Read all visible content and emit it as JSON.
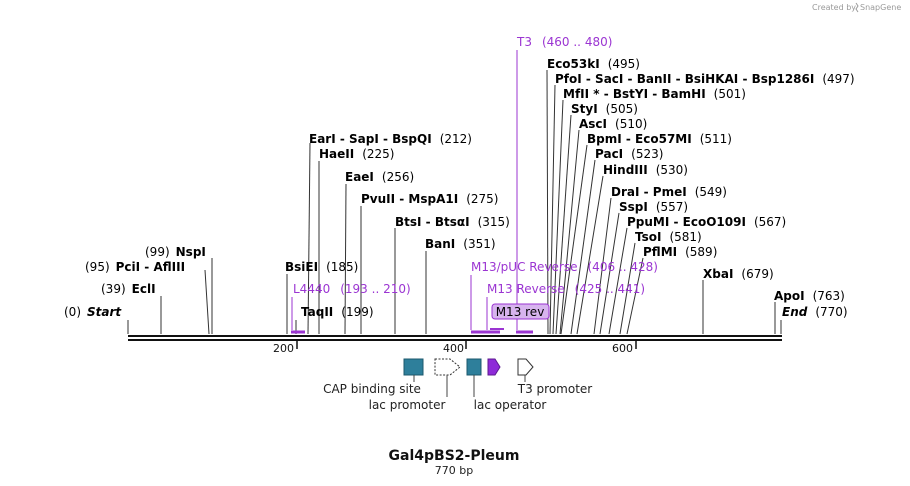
{
  "header": {
    "credit_text": "Created by",
    "brand_text": "SnapGene"
  },
  "map": {
    "title": "Gal4pBS2-Pleum",
    "length_label": "770 bp",
    "total_bp": 770,
    "scale_ticks": [
      "200",
      "400",
      "600"
    ]
  },
  "sites": [
    {
      "name": "Start",
      "pos": "(0)",
      "italic": true
    },
    {
      "name": "EclI",
      "pos": "(39)"
    },
    {
      "name": "PciI - AflIII",
      "pos": "(95)"
    },
    {
      "name": "NspI",
      "pos": "(99)"
    },
    {
      "name": "BsiEI",
      "pos": "(185)"
    },
    {
      "name": "TaqII",
      "pos": "(199)"
    },
    {
      "name": "EarI - SapI - BspQI",
      "pos": "(212)"
    },
    {
      "name": "HaeII",
      "pos": "(225)"
    },
    {
      "name": "EaeI",
      "pos": "(256)"
    },
    {
      "name": "PvuII - MspA1I",
      "pos": "(275)"
    },
    {
      "name": "BtsI - BtsαI",
      "pos": "(315)"
    },
    {
      "name": "BanI",
      "pos": "(351)"
    },
    {
      "name": "Eco53kI",
      "pos": "(495)"
    },
    {
      "name": "PfoI - SacI - BanII - BsiHKAI - Bsp1286I",
      "pos": "(497)"
    },
    {
      "name": "MfII * - BstYI - BamHI",
      "pos": "(501)"
    },
    {
      "name": "StyI",
      "pos": "(505)"
    },
    {
      "name": "AscI",
      "pos": "(510)"
    },
    {
      "name": "BpmI - Eco57MI",
      "pos": "(511)"
    },
    {
      "name": "PacI",
      "pos": "(523)"
    },
    {
      "name": "HindIII",
      "pos": "(530)"
    },
    {
      "name": "DraI - PmeI",
      "pos": "(549)"
    },
    {
      "name": "SspI",
      "pos": "(557)"
    },
    {
      "name": "PpuMI - EcoO109I",
      "pos": "(567)"
    },
    {
      "name": "TsoI",
      "pos": "(581)"
    },
    {
      "name": "PflMI",
      "pos": "(589)"
    },
    {
      "name": "XbaI",
      "pos": "(679)"
    },
    {
      "name": "ApoI",
      "pos": "(763)"
    },
    {
      "name": "End",
      "pos": "(770)",
      "italic": true
    }
  ],
  "primers": [
    {
      "name": "T3",
      "range": "(460 .. 480)"
    },
    {
      "name": "M13/pUC Reverse",
      "range": "(406 .. 428)"
    },
    {
      "name": "M13 Reverse",
      "range": "(425 .. 441)"
    },
    {
      "name": "L4440",
      "range": "(193 .. 210)"
    }
  ],
  "selected_primer": "M13 rev",
  "features": [
    {
      "label": "CAP binding site"
    },
    {
      "label": "lac promoter"
    },
    {
      "label": "lac operator"
    },
    {
      "label": "T3 promoter"
    }
  ],
  "colors": {
    "primer": "#9b35d2",
    "cap": "#2e7f9b",
    "operator": "#8e2ad8",
    "selected_fill": "#d7b4ee"
  }
}
